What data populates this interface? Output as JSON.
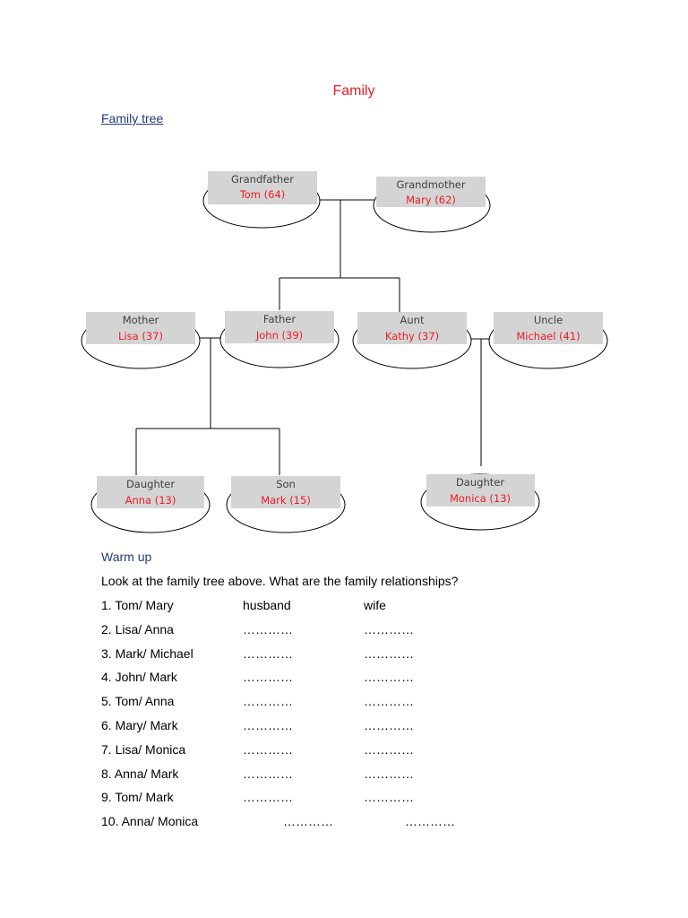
{
  "title": "Family",
  "subtitle": "Family tree",
  "tree": {
    "nodes": [
      {
        "id": "grandfather",
        "role": "Grandfather",
        "person": "Tom (64)"
      },
      {
        "id": "grandmother",
        "role": "Grandmother",
        "person": "Mary (62)"
      },
      {
        "id": "mother",
        "role": "Mother",
        "person": "Lisa (37)"
      },
      {
        "id": "father",
        "role": "Father",
        "person": "John (39)"
      },
      {
        "id": "aunt",
        "role": "Aunt",
        "person": "Kathy (37)"
      },
      {
        "id": "uncle",
        "role": "Uncle",
        "person": "Michael (41)"
      },
      {
        "id": "daughter-anna",
        "role": "Daughter",
        "person": "Anna (13)"
      },
      {
        "id": "son-mark",
        "role": "Son",
        "person": "Mark (15)"
      },
      {
        "id": "daughter-monica",
        "role": "Daughter",
        "person": "Monica (13)"
      }
    ]
  },
  "warmup": {
    "heading": "Warm up",
    "instructions": "Look at the family tree above. What are the family relationships?",
    "rows": [
      {
        "pair": "1. Tom/ Mary",
        "a": "husband",
        "b": "wife"
      },
      {
        "pair": "2. Lisa/ Anna",
        "a": "…………",
        "b": "…………"
      },
      {
        "pair": "3. Mark/ Michael",
        "a": "…………",
        "b": "…………"
      },
      {
        "pair": "4. John/ Mark",
        "a": "…………",
        "b": "…………"
      },
      {
        "pair": "5. Tom/ Anna",
        "a": "…………",
        "b": "…………"
      },
      {
        "pair": "6. Mary/ Mark",
        "a": "…………",
        "b": "…………"
      },
      {
        "pair": "7. Lisa/ Monica",
        "a": "…………",
        "b": "…………"
      },
      {
        "pair": "8. Anna/ Mark",
        "a": "…………",
        "b": "…………"
      },
      {
        "pair": "9. Tom/ Mark",
        "a": "…………",
        "b": "…………"
      },
      {
        "pair": "10. Anna/ Monica",
        "a": "…………",
        "b": "…………"
      }
    ]
  }
}
